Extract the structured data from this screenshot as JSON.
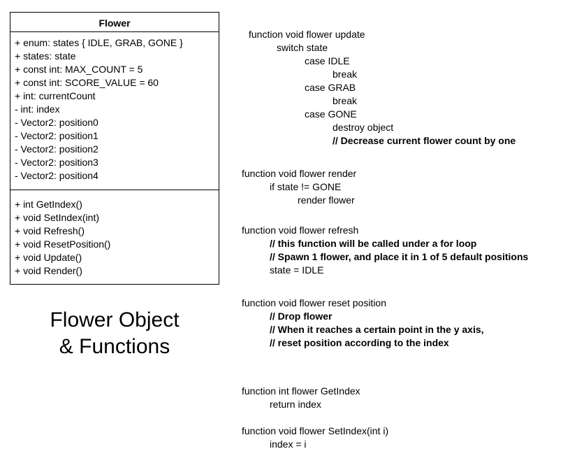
{
  "uml": {
    "title": "Flower",
    "attributes": [
      "+ enum: states { IDLE, GRAB, GONE }",
      "+ states: state",
      "+ const int: MAX_COUNT = 5",
      "+ const int: SCORE_VALUE = 60",
      "+ int: currentCount",
      "- int: index",
      "- Vector2: position0",
      "- Vector2: position1",
      "- Vector2: position2",
      "- Vector2: position3",
      "- Vector2: position4"
    ],
    "methods": [
      "+ int GetIndex()",
      "+ void SetIndex(int)",
      "+ void Refresh()",
      "+ void ResetPosition()",
      "+ void Update()",
      "+ void Render()"
    ]
  },
  "caption": {
    "line1": "Flower Object",
    "line2": "& Functions"
  },
  "code": {
    "update": {
      "l0": "function void flower update",
      "l1": "switch state",
      "l2": "case IDLE",
      "l3": "break",
      "l4": "case GRAB",
      "l5": "break",
      "l6": "case GONE",
      "l7": "destroy object",
      "l8": "// Decrease current flower count by one"
    },
    "render": {
      "l0": "function void flower render",
      "l1": "if state != GONE",
      "l2": "render flower"
    },
    "refresh": {
      "l0": "function void flower refresh",
      "l1": "// this function will be called under a for loop",
      "l2": "// Spawn 1 flower, and place it in 1 of 5 default positions",
      "l3": "state = IDLE"
    },
    "reset": {
      "l0": "function void flower reset position",
      "l1": "// Drop flower",
      "l2": "// When it reaches a certain point in the y axis,",
      "l3": "// reset position according to the index"
    },
    "getindex": {
      "l0": "function int flower GetIndex",
      "l1": "return index"
    },
    "setindex": {
      "l0": "function void flower SetIndex(int i)",
      "l1": "index = i"
    }
  }
}
